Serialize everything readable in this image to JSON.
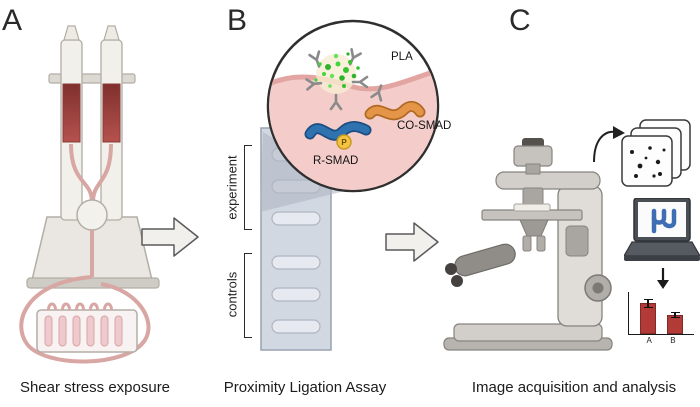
{
  "panels": {
    "a": {
      "label": "A",
      "caption": "Shear stress exposure"
    },
    "b": {
      "label": "B",
      "caption": "Proximity Ligation Assay",
      "groups": [
        {
          "label": "experiment",
          "wells": 3
        },
        {
          "label": "controls",
          "wells": 3
        }
      ],
      "inset": {
        "pla_label": "PLA",
        "co_smad_label": "CO-SMAD",
        "r_smad_label": "R-SMAD",
        "phospho_label": "P"
      }
    },
    "c": {
      "label": "C",
      "caption": "Image acquisition and analysis",
      "chart": {
        "type": "bar",
        "categories": [
          "A",
          "B"
        ],
        "values": [
          1.0,
          0.62
        ],
        "errors": [
          0.15,
          0.11
        ],
        "ylim": [
          0,
          1.3
        ],
        "bar_color": "#b23b38"
      }
    }
  },
  "icons": {
    "flow_arrow": "block-arrow-right",
    "imagej_logo": "muJ-monogram",
    "down_arrow": "arrow-down"
  },
  "colors": {
    "accent_red": "#9c3f3c",
    "tube_pink": "#d8a6a3",
    "cell_pink": "#f4cdca",
    "pla_green": "#35c42f",
    "r_smad_blue": "#2f72b0",
    "co_smad_orange": "#e59547",
    "phospho_yellow": "#f3c341",
    "slide_gray": "#ccd3de",
    "imagej_blue": "#3d6eb4"
  }
}
